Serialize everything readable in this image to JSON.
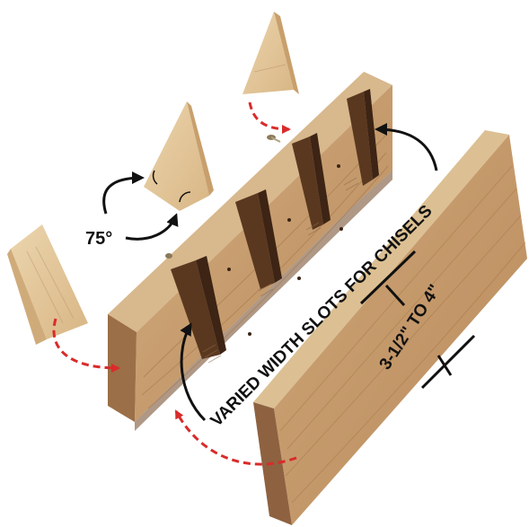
{
  "labels": {
    "angle": "75°",
    "slots": "VARIED WIDTH SLOTS FOR CHISELS",
    "width": "3-1/2\" TO 4\""
  },
  "colors": {
    "wood_light": "#e3c9a0",
    "wood_mid": "#c9a172",
    "wood_dark": "#a87a4f",
    "wood_shadow": "#6b4528",
    "arrow_red": "#d92b2b",
    "arrow_black": "#111111"
  }
}
